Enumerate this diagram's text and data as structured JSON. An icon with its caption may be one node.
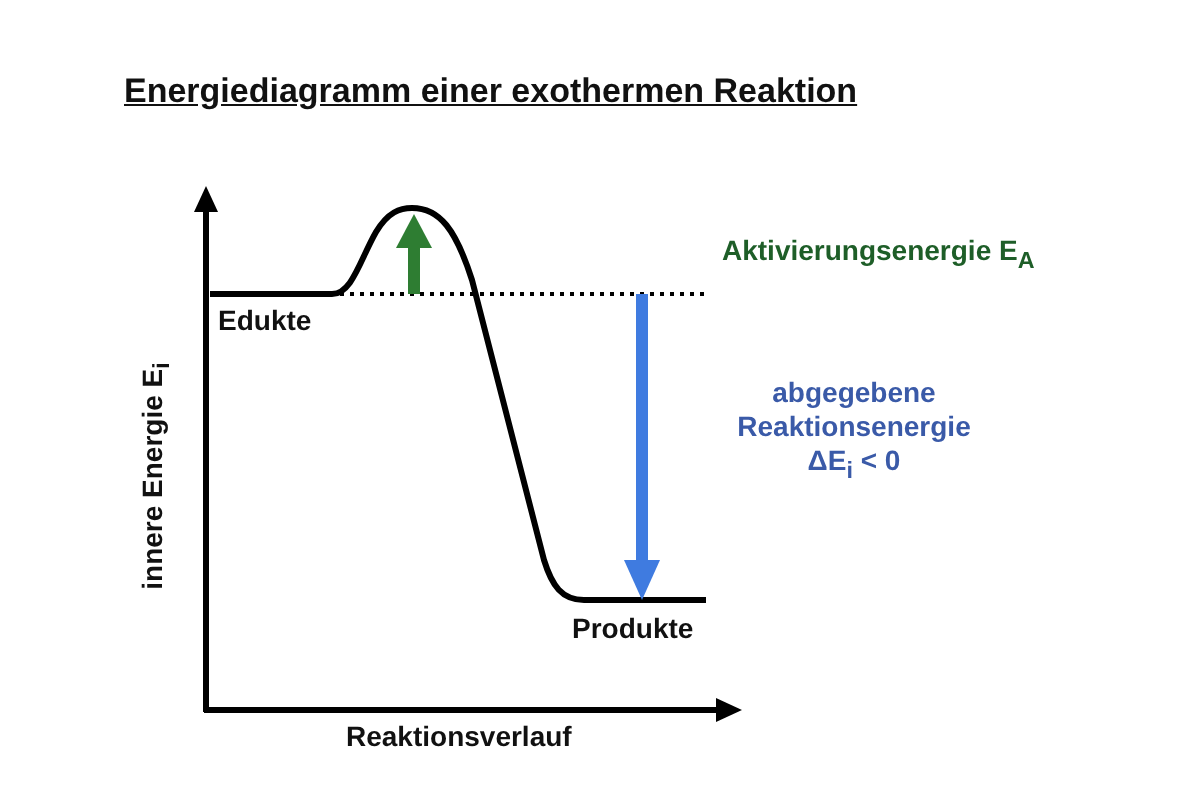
{
  "diagram": {
    "title": "Energiediagramm einer exothermen Reaktion",
    "labels": [
      "Aktivierungsenergie E$_{A}$",
      "Edukte",
      "innere Energie E$_{i}$",
      "abgegebene Reaktionsenergie ΔE$_{i}$ < 0",
      "Produkte",
      "Reaktionsverlauf"
    ]
  }
}
